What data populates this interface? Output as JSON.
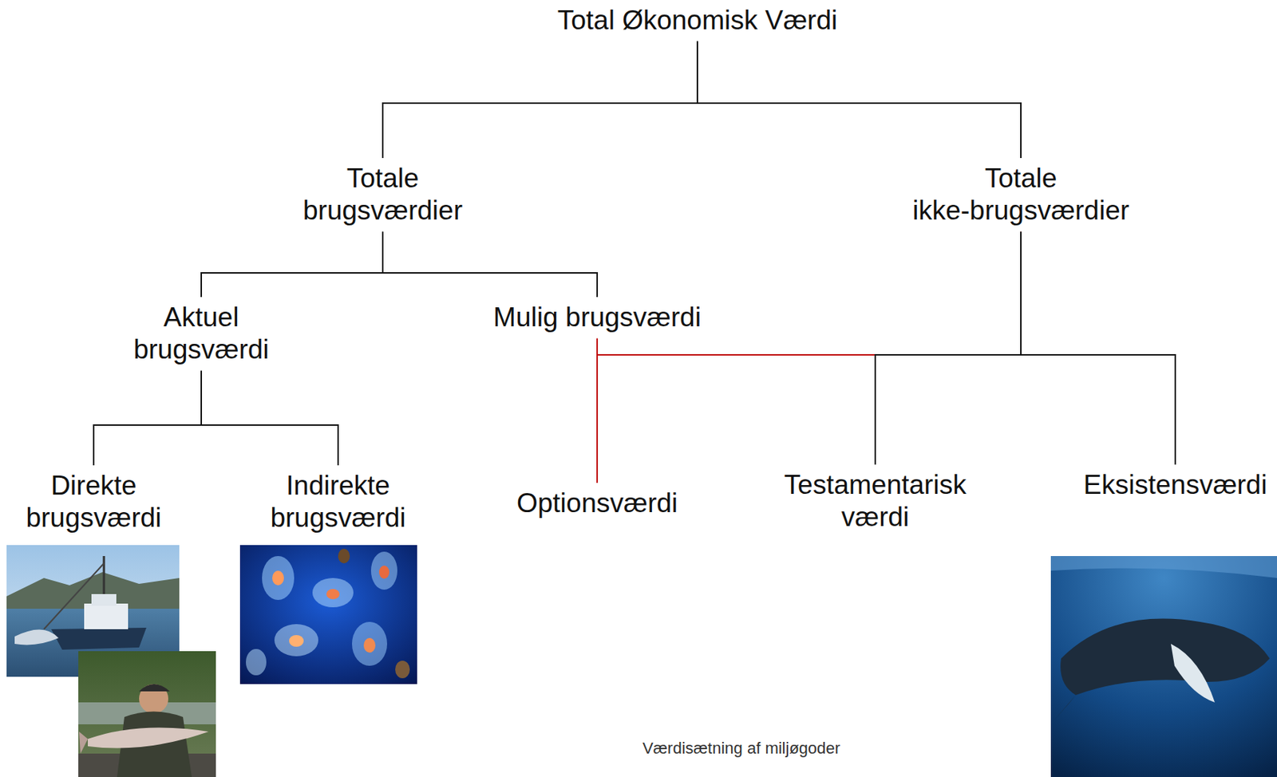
{
  "diagram": {
    "nodes": [
      {
        "text": [
          "Total Økonomisk Værdi"
        ]
      },
      {
        "text": [
          "Totale brugsværdier"
        ]
      },
      {
        "text": [
          "Totale ikke-brugsværdier"
        ]
      },
      {
        "text": [
          "Aktuel brugsværdi"
        ]
      },
      {
        "text": [
          "Mulig brugsværdi"
        ]
      },
      {
        "text": [
          "Direkte brugsværdi"
        ]
      },
      {
        "text": [
          "Indirekte brugsværdi"
        ]
      },
      {
        "text": [
          "Optionsværdi"
        ]
      },
      {
        "text": [
          "Testamentarisk værdi"
        ]
      },
      {
        "text": [
          "Eksistensværdi"
        ]
      }
    ],
    "edges": [
      {
        "from": 0,
        "to": 1,
        "arrow": "none"
      },
      {
        "from": 0,
        "to": 2,
        "arrow": "none"
      },
      {
        "from": 1,
        "to": 3,
        "arrow": "none"
      },
      {
        "from": 1,
        "to": 4,
        "arrow": "none"
      },
      {
        "from": 3,
        "to": 5,
        "arrow": "none"
      },
      {
        "from": 3,
        "to": 6,
        "arrow": "none"
      },
      {
        "from": 4,
        "to": 7,
        "arrow": "none"
      },
      {
        "from": 2,
        "to": 7,
        "arrow": "none"
      },
      {
        "from": 2,
        "to": 8,
        "arrow": "none"
      },
      {
        "from": 2,
        "to": 9,
        "arrow": "none"
      }
    ],
    "labels": [
      "Værdisætning af miljøgoder"
    ]
  }
}
